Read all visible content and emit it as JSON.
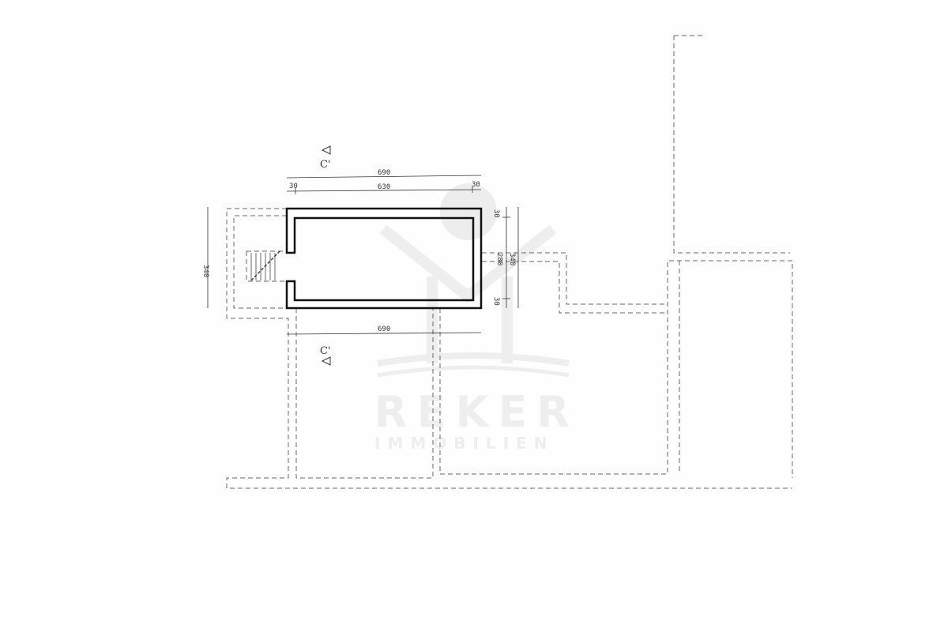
{
  "plan": {
    "dimensions": {
      "top_overall": "690",
      "top_left_wall": "30",
      "top_inner": "630",
      "top_right_wall": "30",
      "left_overall": "340",
      "right_top_wall": "30",
      "right_inner": "280",
      "right_overall": "340",
      "right_bottom_wall": "30",
      "bottom_overall": "690"
    },
    "section_top": "C'",
    "section_bottom": "C'"
  },
  "watermark": {
    "line1": "REKER",
    "line2": "IMMOBILIEN"
  }
}
